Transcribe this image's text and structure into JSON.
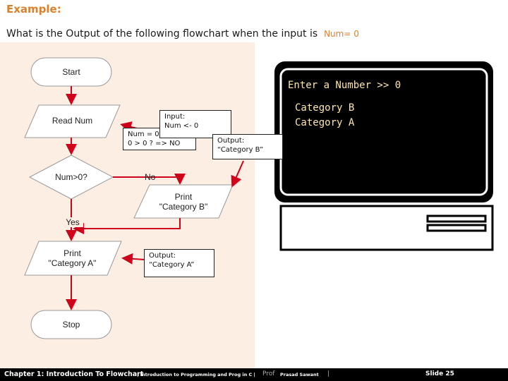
{
  "slide": {
    "heading": "Example:",
    "question": "What is the Output of the following flowchart when the input is",
    "input_highlight": "Num= 0"
  },
  "flowchart": {
    "start": "Start",
    "read": "Read Num",
    "decision": "Num>0?",
    "no_label": "No",
    "yes_label": "Yes",
    "print_b_line1": "Print",
    "print_b_line2": "\"Category B\"",
    "print_a_line1": "Print",
    "print_a_line2": "\"Category A\"",
    "stop": "Stop"
  },
  "callouts": {
    "input_title": "Input:",
    "input_value": "Num <- 0",
    "eval_line1": "Num = 0",
    "eval_line2": "0 > 0 ?  => NO",
    "output_b_title": "Output:",
    "output_b_value": "“Category B”",
    "output_a_title": "Output:",
    "output_a_value": "“Category A”"
  },
  "terminal": {
    "prompt": "Enter a Number >> 0",
    "line1": "Category B",
    "line2": "Category A"
  },
  "footer": {
    "chapter": "Chapter 1: Introduction To Flowchart",
    "course": "| Introduction to Programming and Prog in C |",
    "prof": "Prof",
    "name": "Prasad Sawant",
    "sep": "|",
    "slide": "Slide 25"
  },
  "colors": {
    "accent": "#d9822b",
    "arrow": "#d0021b",
    "panel": "#fdeee3"
  }
}
